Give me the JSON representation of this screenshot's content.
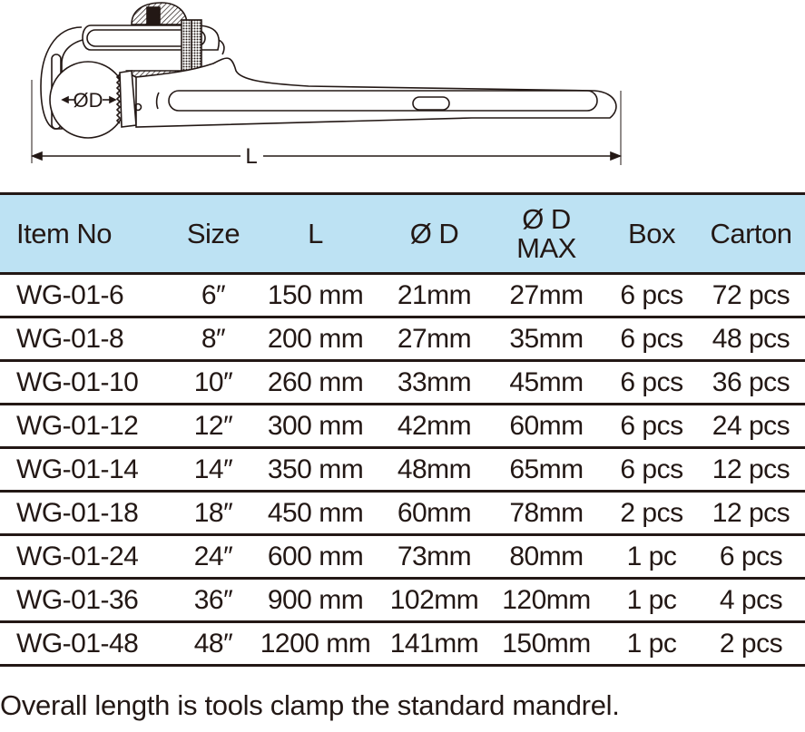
{
  "drawing": {
    "diameter_label": "ØD",
    "length_label": "L"
  },
  "table": {
    "headers": {
      "item_no": "Item No",
      "size": "Size",
      "l": "L",
      "d": "Ø D",
      "dmax_line1": "Ø D",
      "dmax_line2": "MAX",
      "box": "Box",
      "carton": "Carton"
    },
    "rows": [
      {
        "item_no": "WG-01-6",
        "size": "6″",
        "l": "150 mm",
        "d": "21mm",
        "dmax": "27mm",
        "box": "6 pcs",
        "carton": "72 pcs"
      },
      {
        "item_no": "WG-01-8",
        "size": "8″",
        "l": "200 mm",
        "d": "27mm",
        "dmax": "35mm",
        "box": "6 pcs",
        "carton": "48 pcs"
      },
      {
        "item_no": "WG-01-10",
        "size": "10″",
        "l": "260 mm",
        "d": "33mm",
        "dmax": "45mm",
        "box": "6 pcs",
        "carton": "36 pcs"
      },
      {
        "item_no": "WG-01-12",
        "size": "12″",
        "l": "300 mm",
        "d": "42mm",
        "dmax": "60mm",
        "box": "6 pcs",
        "carton": "24 pcs"
      },
      {
        "item_no": "WG-01-14",
        "size": "14″",
        "l": "350 mm",
        "d": "48mm",
        "dmax": "65mm",
        "box": "6 pcs",
        "carton": "12 pcs"
      },
      {
        "item_no": "WG-01-18",
        "size": "18″",
        "l": "450 mm",
        "d": "60mm",
        "dmax": "78mm",
        "box": "2 pcs",
        "carton": "12 pcs"
      },
      {
        "item_no": "WG-01-24",
        "size": "24″",
        "l": "600 mm",
        "d": "73mm",
        "dmax": "80mm",
        "box": "1 pc",
        "carton": "6 pcs"
      },
      {
        "item_no": "WG-01-36",
        "size": "36″",
        "l": "900 mm",
        "d": "102mm",
        "dmax": "120mm",
        "box": "1 pc",
        "carton": "4 pcs"
      },
      {
        "item_no": "WG-01-48",
        "size": "48″",
        "l": "1200 mm",
        "d": "141mm",
        "dmax": "150mm",
        "box": "1 pc",
        "carton": "2 pcs"
      }
    ]
  },
  "footnote": "Overall length is tools clamp the standard mandrel.",
  "colors": {
    "header_bg": "#bde2f3",
    "text": "#231815",
    "rule": "#231815"
  }
}
